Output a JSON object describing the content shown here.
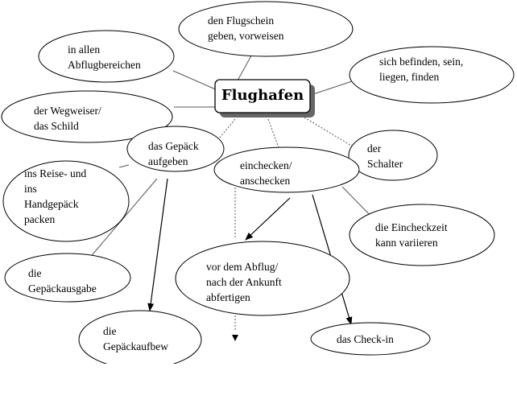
{
  "center": {
    "label": "Flughafen"
  },
  "nodes": {
    "flugschein": "den Flugschein\ngeben, vorweisen",
    "abflugbereichen": "in allen\nAbflugbereichen",
    "befinden": "sich befinden, sein,\nliegen, finden",
    "wegweiser": "der Wegweiser/\ndas Schild",
    "gepaeck_aufgeben": "das Gepäck\naufgeben",
    "schalter": "der\nSchalter",
    "einchecken": "einchecken/\nanschecken",
    "reise_handgepaeck": "ins Reise- und\nins\nHandgepäck\npacken",
    "eincheckzeit": "die Eincheckzeit\nkann variieren",
    "abfertigen": "vor dem Abflug/\nnach der Ankunft\nabfertigen",
    "gepaeckausgabe": "die\nGepäckausgabe",
    "gepaeckaufbew": "die\nGepäckaufbew\n.",
    "checkin": "das Check-in"
  }
}
